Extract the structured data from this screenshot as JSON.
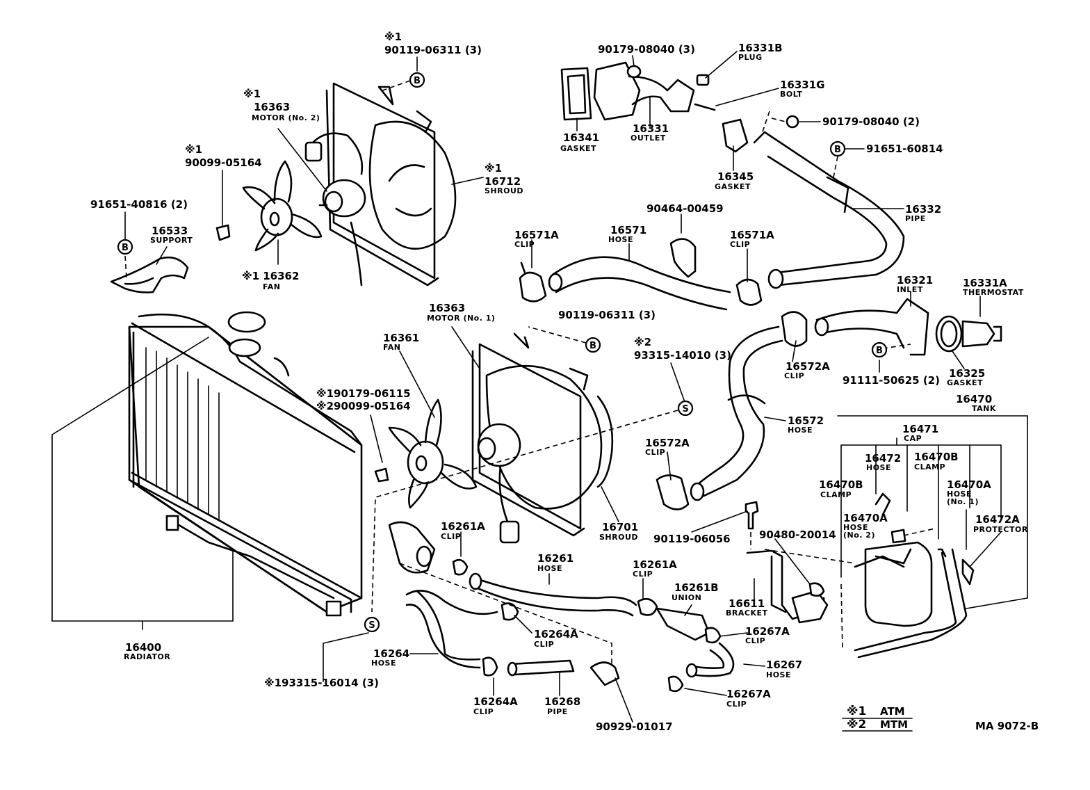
{
  "doc_code": "MA 9072-B",
  "legend": {
    "note1": {
      "symbol": "※1",
      "text": "ATM"
    },
    "note2": {
      "symbol": "※2",
      "text": "MTM"
    }
  },
  "markers": {
    "bolt": "B",
    "screw": "S"
  },
  "labels": {
    "p1_note": "※1",
    "p1_num": "90119-06311 (3)",
    "motor2_note": "※1",
    "motor2_num": "16363",
    "motor2_name": "MOTOR (No. 2)",
    "shroud2_note": "※1",
    "shroud2_num": "16712",
    "shroud2_name": "SHROUD",
    "p90099_note": "※1",
    "p90099_num": "90099-05164",
    "p91651_40816": "91651-40816 (2)",
    "support_num": "16533",
    "support_name": "SUPPORT",
    "fan2_num": "※1 16362",
    "fan2_name": "FAN",
    "p90179_3": "90179-08040 (3)",
    "plug_num": "16331B",
    "plug_name": "PLUG",
    "bolt_num": "16331G",
    "bolt_name": "BOLT",
    "gasket1_num": "16341",
    "gasket1_name": "GASKET",
    "outlet_num": "16331",
    "outlet_name": "OUTLET",
    "p90179_2": "90179-08040 (2)",
    "p91651_60814": "91651-60814",
    "gasket2_num": "16345",
    "gasket2_name": "GASKET",
    "p90464": "90464-00459",
    "clipA_num": "16571A",
    "clipA_name": "CLIP",
    "hose1_num": "16571",
    "hose1_name": "HOSE",
    "clipB_num": "16571A",
    "clipB_name": "CLIP",
    "pipe_num": "16332",
    "pipe_name": "PIPE",
    "inlet_num": "16321",
    "inlet_name": "INLET",
    "thermo_num": "16331A",
    "thermo_name": "THERMOSTAT",
    "motor1_num": "16363",
    "motor1_name": "MOTOR (No. 1)",
    "p90119_b": "90119-06311 (3)",
    "fan1_num": "16361",
    "fan1_name": "FAN",
    "p93315_note": "※2",
    "p93315_num": "93315-14010 (3)",
    "clip16572a_num": "16572A",
    "clip16572a_name": "CLIP",
    "p91111": "91111-50625 (2)",
    "gasket3_num": "16325",
    "gasket3_name": "GASKET",
    "p90179_06115": "※190179-06115",
    "p90099_05164b": "※290099-05164",
    "hose2_num": "16572",
    "hose2_name": "HOSE",
    "tank_num": "16470",
    "tank_name": "TANK",
    "cap_num": "16471",
    "cap_name": "CAP",
    "clip16572a2_num": "16572A",
    "clip16572a2_name": "CLIP",
    "hose16472_num": "16472",
    "hose16472_name": "HOSE",
    "clamp1_num": "16470B",
    "clamp1_name": "CLAMP",
    "clamp2_num": "16470B",
    "clamp2_name": "CLAMP",
    "hoseno1_num": "16470A",
    "hoseno1_name": "HOSE",
    "hoseno1_sub": "(No. 1)",
    "hoseno2_num": "16470A",
    "hoseno2_name": "HOSE",
    "hoseno2_sub": "(No. 2)",
    "protector_num": "16472A",
    "protector_name": "PROTECTOR",
    "shroud1_num": "16701",
    "shroud1_name": "SHROUD",
    "clip16261a_num": "16261A",
    "clip16261a_name": "CLIP",
    "p90119_06056": "90119-06056",
    "p90480": "90480-20014",
    "hose16261_num": "16261",
    "hose16261_name": "HOSE",
    "clip16261a2_num": "16261A",
    "clip16261a2_name": "CLIP",
    "union_num": "16261B",
    "union_name": "UNION",
    "bracket_num": "16611",
    "bracket_name": "BRACKET",
    "radiator_num": "16400",
    "radiator_name": "RADIATOR",
    "p93315_16014": "※193315-16014 (3)",
    "clip16264a_num": "16264A",
    "clip16264a_name": "CLIP",
    "hose16264_num": "16264",
    "hose16264_name": "HOSE",
    "clip16267a_num": "16267A",
    "clip16267a_name": "CLIP",
    "hose16267_num": "16267",
    "hose16267_name": "HOSE",
    "clip16264a2_num": "16264A",
    "clip16264a2_name": "CLIP",
    "pipe16268_num": "16268",
    "pipe16268_name": "PIPE",
    "p90929": "90929-01017",
    "clip16267a2_num": "16267A",
    "clip16267a2_name": "CLIP"
  }
}
